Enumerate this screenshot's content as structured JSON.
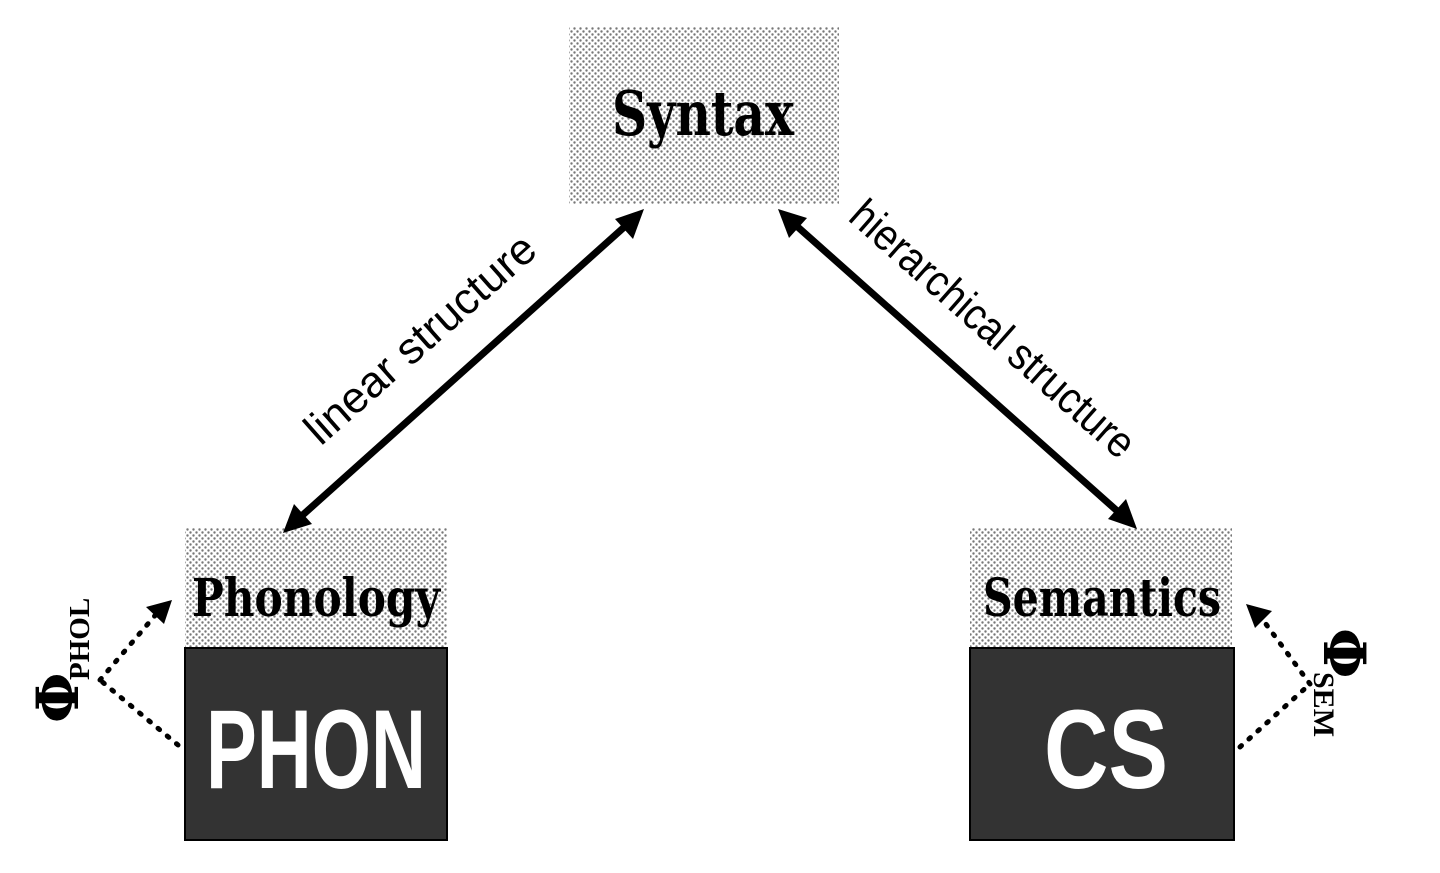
{
  "nodes": {
    "syntax": "Syntax",
    "phonology": "Phonology",
    "semantics": "Semantics",
    "phon": "PHON",
    "cs": "CS"
  },
  "edges": {
    "left": "linear structure",
    "right": "hierarchical structure"
  },
  "interfaces": {
    "left_symbol": "Φ",
    "left_subscript": "PHOL",
    "right_symbol": "Φ",
    "right_subscript": "SEM"
  },
  "colors": {
    "pattern_dot": "#777777",
    "representation_fill": "#333333",
    "ink": "#000000"
  }
}
